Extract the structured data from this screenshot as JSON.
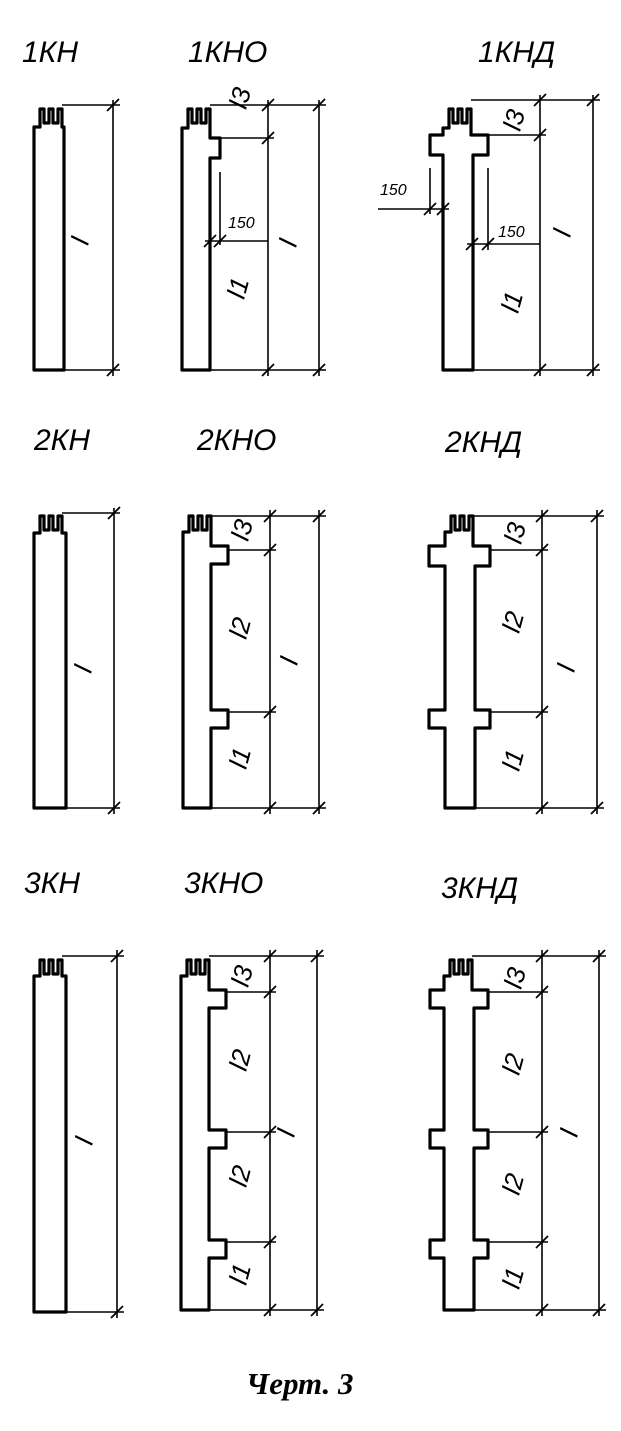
{
  "titles": {
    "r1c1": "1КН",
    "r1c2": "1КНО",
    "r1c3": "1КНД",
    "r2c1": "2КН",
    "r2c2": "2КНО",
    "r2c3": "2КНД",
    "r3c1": "3КН",
    "r3c2": "3КНО",
    "r3c3": "3КНД"
  },
  "dim_labels": {
    "L": "l",
    "L1": "l1",
    "L2": "l2",
    "L3": "l3",
    "d150": "150"
  },
  "caption": "Черт. 3"
}
